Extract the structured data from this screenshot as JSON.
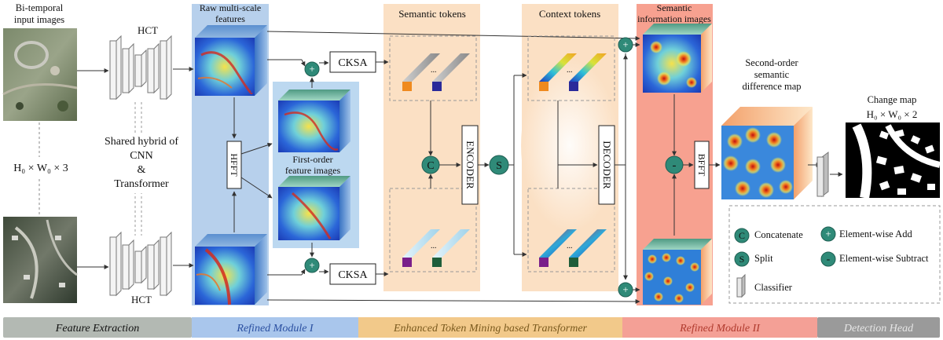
{
  "texts": {
    "input_title_1": "Bi-temporal",
    "input_title_2": "input images",
    "hct_top": "HCT",
    "hct_bottom": "HCT",
    "input_size": "H₀ × W₀ × 3",
    "shared_1": "Shared hybrid of",
    "shared_2": "CNN",
    "shared_3": "&",
    "shared_4": "Transformer",
    "raw_features_1": "Raw multi-scale",
    "raw_features_2": "features",
    "hfft": "HFFT",
    "first_order_1": "First-order",
    "first_order_2": "feature images",
    "cksa_top": "CKSA",
    "cksa_bottom": "CKSA",
    "semantic_tokens": "Semantic tokens",
    "context_tokens": "Context tokens",
    "encoder": "ENCODER",
    "decoder": "DECODER",
    "concat_symbol": "C",
    "split_symbol": "S",
    "plus_symbol": "+",
    "minus_symbol": "-",
    "ellipsis": "...",
    "semantic_info_1": "Semantic",
    "semantic_info_2": "information images",
    "bfft": "BFFT",
    "second_order_1": "Second-order",
    "second_order_2": "semantic",
    "second_order_3": "difference map",
    "change_map_title": "Change map",
    "change_map_size": "H₀ × W₀ × 2"
  },
  "legend": {
    "concatenate": "Concatenate",
    "split": "Split",
    "classifier": "Classifier",
    "element_add": "Element-wise Add",
    "element_subtract": "Element-wise Subtract"
  },
  "stages": [
    {
      "label": "Feature Extraction",
      "color": "#b3b9b3"
    },
    {
      "label": "Refined Module I",
      "color": "#a9c6ec"
    },
    {
      "label": "Enhanced Token Mining based Transformer",
      "color": "#f2c98a"
    },
    {
      "label": "Refined Module II",
      "color": "#f4a096"
    },
    {
      "label": "Detection Head",
      "color": "#9a9a9a"
    }
  ],
  "colors": {
    "module1_bg": "#b7d0ec",
    "first_order_bg": "#bcd8f0",
    "transformer_bg": "#fbe0c4",
    "module2_bg": "#f7a190",
    "op_circle": "#2f8a78",
    "op_circle_dark": "#1f5f53",
    "arrow": "#333333"
  }
}
